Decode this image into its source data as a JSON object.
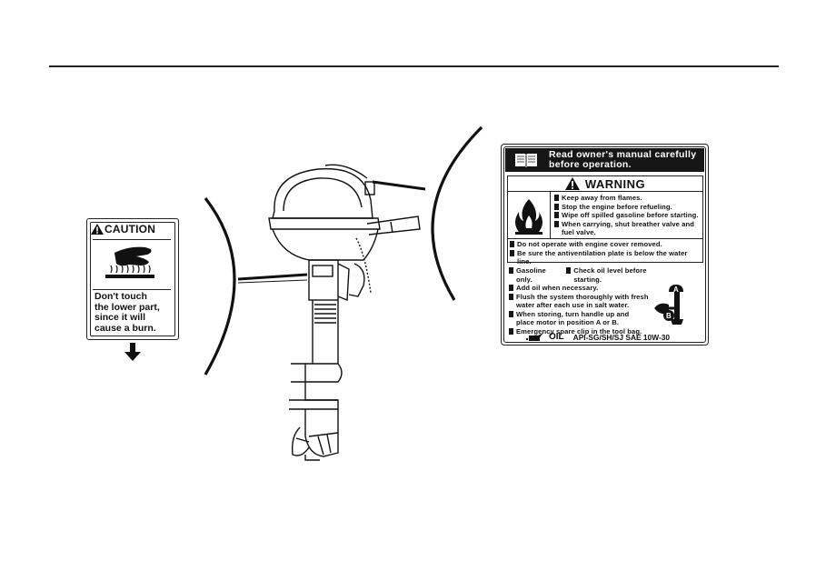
{
  "caution_label": {
    "header": "CAUTION",
    "text": "Don't touch\nthe lower part,\nsince it will\ncause a burn."
  },
  "warning_label": {
    "manual_note": "Read owner's manual carefully\nbefore operation.",
    "header": "WARNING",
    "warnings": [
      "Keep away from flames.",
      "Stop the engine before refueling.",
      "Wipe off spilled gasoline before starting.",
      "When carrying, shut breather valve and\nfuel valve."
    ],
    "notes": [
      "Do not operate with engine cover removed.",
      "Be sure the antiventilation plate is below the water line."
    ],
    "instructions": {
      "gasoline": "Gasoline only.",
      "check_oil": "Check oil level before starting.",
      "add_oil": "Add oil when necessary.",
      "flush": "Flush the system thoroughly with fresh\nwater after each use in salt water.",
      "storing": "When storing, turn handle up and\nplace motor in position A or B.",
      "clip": "Emergency spare clip in the tool bag."
    },
    "oil_label": "OIL",
    "oil_spec": "API-SG/SH/SJ SAE 10W-30",
    "position_a": "A",
    "position_b": "B"
  },
  "icons": {
    "caution_triangle": "warning-triangle-icon",
    "hand": "hot-surface-hand-icon",
    "arrow": "down-arrow-icon",
    "book": "manual-book-icon",
    "flame": "flame-icon",
    "oil_can": "oil-can-icon"
  }
}
